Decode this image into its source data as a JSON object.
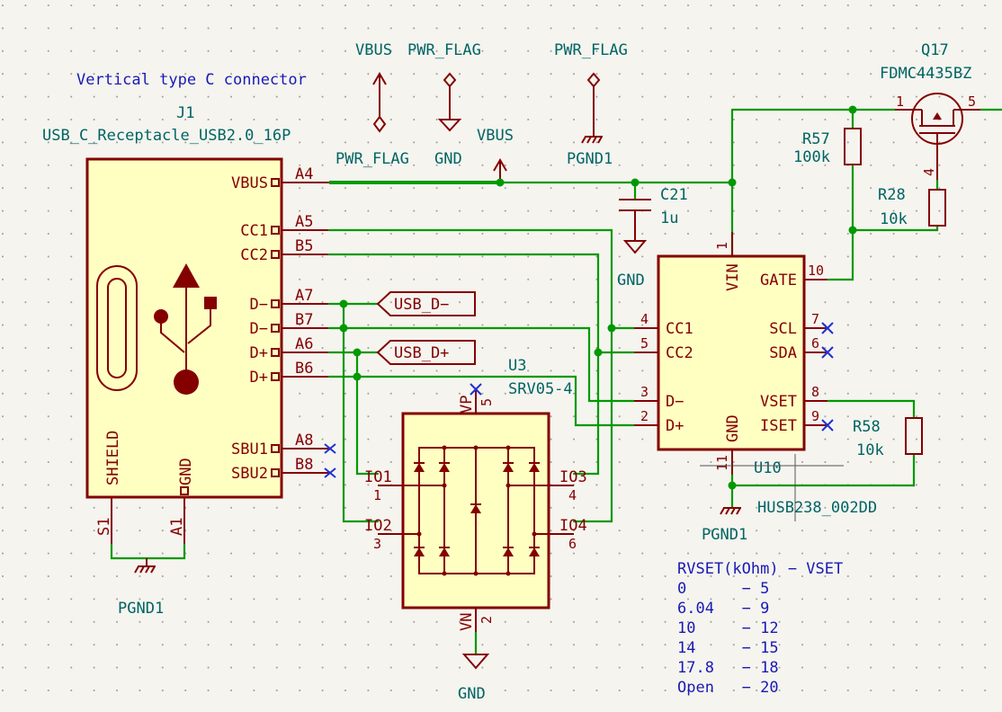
{
  "j1": {
    "note": "Vertical type C connector",
    "ref": "J1",
    "value": "USB_C_Receptacle_USB2.0_16P",
    "pins": [
      {
        "name": "VBUS",
        "num": "A4"
      },
      {
        "name": "CC1",
        "num": "A5"
      },
      {
        "name": "CC2",
        "num": "B5"
      },
      {
        "name": "D−",
        "num": "A7"
      },
      {
        "name": "D−",
        "num": "B7"
      },
      {
        "name": "D+",
        "num": "A6"
      },
      {
        "name": "D+",
        "num": "B6"
      },
      {
        "name": "SBU1",
        "num": "A8"
      },
      {
        "name": "SBU2",
        "num": "B8"
      }
    ],
    "shield": "SHIELD",
    "gnd": "GND",
    "s1": "S1",
    "a1": "A1"
  },
  "power": {
    "vbus": "VBUS",
    "pwr_flag": "PWR_FLAG",
    "gnd": "GND",
    "pgnd1": "PGND1"
  },
  "labels": {
    "usb_dm": "USB_D−",
    "usb_dp": "USB_D+"
  },
  "u3": {
    "ref": "U3",
    "value": "SRV05-4",
    "pins": {
      "vp": "VP",
      "vp_num": "5",
      "vn": "VN",
      "vn_num": "2",
      "io1": "IO1",
      "io1_num": "1",
      "io2": "IO2",
      "io2_num": "3",
      "io3": "IO3",
      "io3_num": "4",
      "io4": "IO4",
      "io4_num": "6"
    }
  },
  "c21": {
    "ref": "C21",
    "value": "1u"
  },
  "u10": {
    "ref": "U10",
    "value": "HUSB238_002DD",
    "pins": {
      "vin": "VIN",
      "vin_num": "1",
      "gate": "GATE",
      "gate_num": "10",
      "cc1": "CC1",
      "cc1_num": "4",
      "cc2": "CC2",
      "cc2_num": "5",
      "scl": "SCL",
      "scl_num": "7",
      "sda": "SDA",
      "sda_num": "6",
      "dm": "D−",
      "dm_num": "3",
      "dp": "D+",
      "dp_num": "2",
      "vset": "VSET",
      "vset_num": "8",
      "iset": "ISET",
      "iset_num": "9",
      "gnd": "GND",
      "gnd_num": "11"
    }
  },
  "r57": {
    "ref": "R57",
    "value": "100k"
  },
  "r28": {
    "ref": "R28",
    "value": "10k"
  },
  "r58": {
    "ref": "R58",
    "value": "10k"
  },
  "q17": {
    "ref": "Q17",
    "value": "FDMC4435BZ",
    "pin1": "1",
    "pin4": "4",
    "pin5": "5"
  },
  "table": {
    "header": "RVSET(kOhm) − VSET",
    "rows": [
      "0      − 5",
      "6.04   − 9",
      "10     − 12",
      "14     − 15",
      "17.8   − 18",
      "Open   − 20"
    ]
  }
}
